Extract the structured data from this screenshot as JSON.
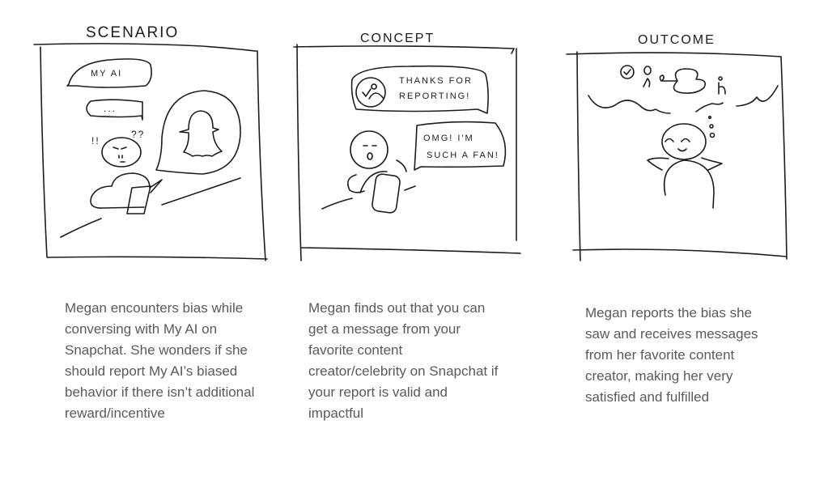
{
  "panels": [
    {
      "title": "SCENARIO",
      "bubbles": [
        "MY AI",
        "..."
      ],
      "exclaim": "!!",
      "question": "??",
      "caption": "Megan encounters bias while conversing with My AI on Snapchat. She wonders if she should report My AI’s biased behavior if there isn’t additional reward/incentive"
    },
    {
      "title": "CONCEPT",
      "bubbles": [
        "THANKS FOR",
        "REPORTING!",
        "OMG! I'M",
        "SUCH A FAN!"
      ],
      "caption": "Megan finds out that you can get a message from your favorite content creator/celebrity on Snapchat if your report is valid and impactful"
    },
    {
      "title": "OUTCOME",
      "caption": "Megan reports the bias she saw and receives messages from her favorite content creator, making her very satisfied and fulfilled"
    }
  ]
}
